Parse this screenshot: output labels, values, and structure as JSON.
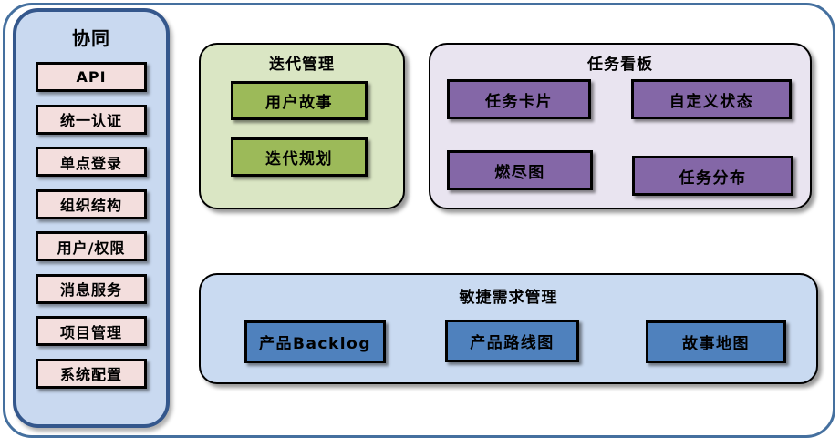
{
  "sidebar": {
    "title": "协同",
    "items": [
      "API",
      "统一认证",
      "单点登录",
      "组织结构",
      "用户/权限",
      "消息服务",
      "项目管理",
      "系统配置"
    ]
  },
  "iteration_group": {
    "title": "迭代管理",
    "items": [
      "用户故事",
      "迭代规划"
    ]
  },
  "kanban_group": {
    "title": "任务看板",
    "items": [
      "任务卡片",
      "自定义状态",
      "燃尽图",
      "任务分布"
    ]
  },
  "requirements_group": {
    "title": "敏捷需求管理",
    "items": [
      "产品Backlog",
      "产品路线图",
      "故事地图"
    ]
  },
  "colors": {
    "frame_border": "#45709f",
    "sidebar_fill": "#c9d9f0",
    "sidebar_border": "#34578c",
    "sidebar_item_fill": "#f3dedd",
    "iteration_fill": "#dae6c4",
    "iteration_item_fill": "#9cba59",
    "kanban_fill": "#e9e4f0",
    "kanban_item_fill": "#8467a7",
    "requirements_fill": "#c9daf1",
    "requirements_item_fill": "#4f81bd",
    "box_border": "#000000"
  }
}
